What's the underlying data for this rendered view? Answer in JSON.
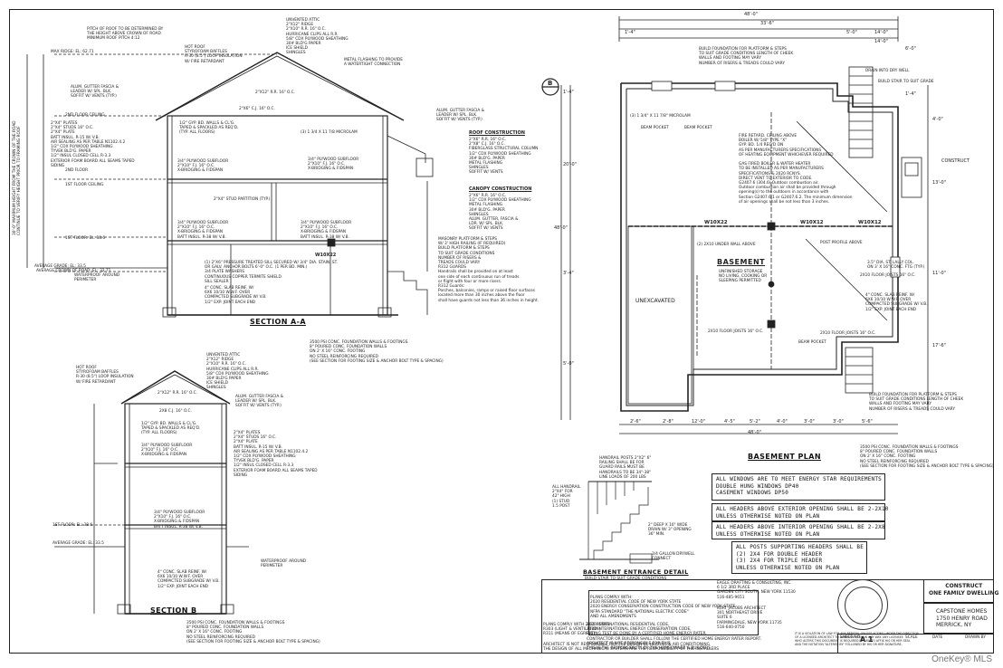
{
  "section_a": {
    "title": "SECTION A-A",
    "max_ridge": "MAX RIDGE: EL: 62.71",
    "pitch_note": "PITCH OF ROOF TO BE DETERMINED BY\nTHE HEIGHT ABOVE CROWN OF ROAD\nMINIMUM ROOF PITCH 4:12",
    "attic_note": "UNVENTED ATTIC\n2\"X12\" RIDGE\n2\"X10\" R.R. 16\" O.C.\nHURRICANE CLIPS ALL R.R.\n5/8\" CDX PLYWOOD SHEATHING\n30# BLD'G PAPER\nICE SHIELD\nSHINGLES",
    "hot_roof": "HOT ROOF\nSTYROFOAM BAFFLES\nR-30 (8.5\") LOOP INSULATION\nW/ FIRE RETARDANT",
    "flashing": "METAL FLASHING TO PROVIDE\nA WATERTIGHT CONNECTION",
    "height_note": "30'-0\" MAXIMUM HEIGHT FROM THE CROWN OF THE ROAD\nCONTINUE TO VERIFY HEIGHT PRIOR TO FRAMING ROOF",
    "gutter_left": "ALUM. GUTTER FASCIA &\nLEADER W/ SPL. BLK.\nSOFFIT W/ VENTS (TYP.)",
    "ceiling_label": "2ND FLOOR CEILING",
    "wall_note": "2\"X4\" PLATES\n2\"X4\" STUDS 16\" O.C.\n2\"X4\" PLATE\nBATT INSUL. R-15 W/ V.B.\nAIR SEALING AS PER TABLE N1102.4.2\n1/2\" CDX PLYWOOD SHEATHING\nTYVEK BLD'G. PAPER\n1/2\" INSUL CLOSED CELL R-3.3\nEXTERIOR FOAM BOARD ALL SEAMS TAPED\nSIDING",
    "floor2": "2ND FLOOR",
    "floor1_ceiling": "1ST FLOOR CEILING",
    "floor1": "1ST FLOOR: EL: 38.6",
    "avg_grade": "AVERAGE GRADE: EL: 33.5",
    "avg_crown": "AVERAGE CROWN OF ROAD: EL: 32.71",
    "waterproof": "WATERPROOF AROUND\nPERIMETER",
    "rafters": "2\"X12\" R.R. 16\" O.C.",
    "collar": "2\"X6\" C.J. 16\" O.C.",
    "gyp_note": "1/2\" GYP. BD. WALLS & CL'G.\nTAPED & SPACKLED AS REQ'D.\n(TYP. ALL FLOORS)",
    "subfloor2": "3/4\" PLYWOOD SUBFLOOR\n2\"X10\" F.J. 16\" O.C.\nX-BRIDGING & FIDSPAN",
    "partition": "2\"X4\" STUD PARTITION (TYP.)",
    "subfloor1": "3/4\" PLYWOOD SUBFLOOR\n2\"X10\" F.J. 16\" O.C.\nX-BRIDGING & FIDSPAN\nBATT INSUL. R-38 W/ V.B.",
    "microlam": "(3) 1 3/4 X 11 7/8 MICROLAM",
    "gutter_right": "ALUM. GUTTER FASCIA &\nLEADER W/ SPL. BLK.\nSOFFIT W/ VENTS (TYP.)",
    "sill_note": "(1) 2\"X6\" PRESSURE TREATED SILL SECURED W/ 3/4\" DIA. STAIN. ST.\nOR GALV. ANCHOR BOLTS 6'-0\" O.C. (1 PER BD. MIN.)\n3/4 PLATE WASHERS\nCONTINUOUS COPPER TERMITE SHIELD\nSILL SEALER",
    "slab_note": "4\" CONC. SLAB REINF. W/\n6X6 10/10 W.W.F. OVER\nCOMPACTED SUBGRADE W/ V.B.\n1/2\" EXP. JOINT EACH END",
    "roof_const_title": "ROOF CONSTRUCTION",
    "roof_const": "2\"X6\" R.R. 16\" O.C.\n2\"X8\" C.J. 16\" O.C.\nFIBERGLASS STRUCTURAL COLUMN\n1/2\" CDX PLYWOOD SHEATHING\n30# BLD'G. PAPER\nMETAL FLASHING\nSHINGLES\nSOFFIT W/ VENTS",
    "canopy_title": "CANOPY CONSTRUCTION",
    "canopy": "2\"X6\" R.R. 16\" O.C.\n1/2\" CDX PLYWOOD SHEATHING\nMETAL FLASHING\n30# BLD'G. PAPER\nSHINGLES\nALUM. GUTTER, FASCIA &\nLDR. W/ SPL. BLK.\nSOFFIT W/ VENTS",
    "masonry": "MASONRY PLATFORM & STEPS\nW/ 3' HIGH RAILING (IF REQUIRED)\nBUILD PLATFORM & STEPS\nTO SUIT GRADE CONDITIONS\nNUMBER OF RISERS &\nTREADS COULD VARY\nR312 GUARDS\nHandrails shall be provided on at least\none side of each continuous run of treads\nor flight with four or more risers.\nR312 Guards:\nPorches, balconies, ramps or raised floor surfaces\nlocated more than 30 inches above the floor\nshall have guards not less than 36 inches in height.",
    "foundation": "3500 PSI CONC. FOUNDATION WALLS & FOOTINGS\n8\" POURED CONC. FOUNDATION WALLS\nON 2' X 16\" CONC. FOOTING\nNO STEEL REINFORCING REQUIRED\n(SEE SECTION FOR FOOTING SIZE & ANCHOR BOLT TYPE & SPACING)",
    "w10x22": "W10X22"
  },
  "section_b": {
    "title": "SECTION B",
    "hot_roof": "HOT ROOF\nSTYROFOAM BAFFLES\nR-30 (8.5\") LOOP INSULATION\nW/ FIRE RETARDANT",
    "attic": "UNVENTED ATTIC\n2\"X12\" RIDGE\n2\"X10\" R.R. 16\" O.C.\nHURRICANE CLIPS ALL R.R.\n5/8\" CDX PLYWOOD SHEATHING\n30# BLD'G PAPER\nICE SHIELD\nSHINGLES",
    "rafters": "2\"X12\" R.R. 16\" O.C.",
    "cj": "2X8 C.J. 16\" O.C.",
    "gutter": "ALUM. GUTTER FASCIA &\nLEADER W/ SPL. BLK.\nSOFFIT W/ VENTS (TYP.)",
    "gyp": "1/2\" GYP. BD. WALLS & CL'G.\nTAPED & SPACKLED AS REQ'D.\n(TYP. ALL FLOORS)",
    "plates": "2\"X4\" PLATES\n2\"X4\" STUDS 16\" O.C.\n2\"X4\" PLATE\nBATT INSUL. R-15 W/ V.B.\nAIR SEALING AS PER TABLE N1102.4.2\n1/2\" CDX PLYWOOD SHEATHING\nTYVEK BLD'G. PAPER\n1/2\" INSUL CLOSED CELL R-3.3\nEXTERIOR FOAM BOARD ALL SEAMS TAPED\nSIDING",
    "subfloor2": "3/4\" PLYWOOD SUBFLOOR\n2\"X10\" F.J. 16\" O.C.\nX-BRIDGING & FIDSPAN",
    "subfloor1": "3/4\" PLYWOOD SUBFLOOR\n2\"X10\" F.J. 16\" O.C.\nX-BRIDGING & FIDSPAN\nBATT INSUL. R-38 W/ V.B.",
    "floor1": "1ST FLOOR: EL: 38.6",
    "avg_grade": "AVERAGE GRADE: EL: 33.5",
    "waterproof": "WATERPROOF AROUND\nPERIMETER",
    "slab": "4\" CONC. SLAB REINF. W/\n6X6 10/10 W.W.F. OVER\nCOMPACTED SUBGRADE W/ V.B.\n1/2\" EXP. JOINT EACH END",
    "foundation": "3500 PSI CONC. FOUNDATION WALLS & FOOTINGS\n8\" POURED CONC. FOUNDATION WALLS\nON 2' X 16\" CONC. FOOTING\nNO STEEL REINFORCING REQUIRED\n(SEE SECTION FOR FOOTING SIZE & ANCHOR BOLT TYPE & SPACING)"
  },
  "entrance": {
    "title": "BASEMENT ENTRANCE DETAIL",
    "subtitle": "BUILD STAIR TO SUIT GRADE CONDITIONS",
    "handrail": "HANDRAIL POSTS 2\"X2\" 6\"\nRAILING SHALL BE FOR\nGUARD RAILS MUST BE\nHANDRAILS TO BE 34\"-38\"\nLINE LOADS OF 200 LBS",
    "left": "ALL HANDRAIL\n2\"X4\" FOR\n42\" HIGH\n(1) STUD\n1.5 POST",
    "mid": "2\" DEEP X 16\" WIDE\nDRAIN W/ 3\" OPENING\n36\" MIN.",
    "bottom": "3/4 GALLON DRYWELL\nCONNECT"
  },
  "plan": {
    "title": "BASEMENT PLAN",
    "marker": "B",
    "overall": "48'-0\"",
    "dim_top2": "33'-6\"",
    "dim_top3": "14'-0\"",
    "dims_top": [
      "1'-4\"",
      "5'-0\"",
      "14'-0\"",
      "6'-0\"",
      "1'-4\""
    ],
    "build_found_top": "BUILD FOUNDATION FOR PLATFORM & STEPS\nTO SUIT GRADE CONDITIONS LENGTH OF CHEEK\nWALLS AND FOOTING MAY VARY\nNUMBER OF RISERS & TREADS COULD VARY",
    "drain": "DRAIN INTO DRY WELL",
    "stair": "BUILD STAIR TO SUIT GRADE",
    "microlam": "(3) 1 3/4\" X 11 7/8\" MICROLAM",
    "beam_pocket": "BEAM POCKET",
    "fire_note": "FIRE RETARD. CEILING ABOVE\nBOILER W/ 5/8\" TYPE \"X\"\nGYP. BD. 1/4 REQ'D ON\nAS PER MANUFACTURERS SPECIFICATIONS\nOF HEATING EQUIPMENT WHICHEVER REQUIRED\n\nGAS FIRED BOILER & WATER HEATER\nTO BE INSTALLED AS PER MANUFACTURERS\nSPECIFICATIONS & 2020 RCNYS.\nDIRECT VENT TO EXTERIOR TO CODE.\nG2407.6 (304.6) Outdoor combustion air.\nOutdoor combustion air shall be provided through\nopening(s) to the outdoors in accordance with\nSection G2407.6.1 or G2407.6.2. The minimum dimension\nof air openings shall be not less than 3 inches.",
    "w10x22": "W10X22",
    "w10x12": "W10X12",
    "post": "POST PROFILE ABOVE",
    "lally": "3.5\" DIA. ST. LALLY COL.\nON 3' X 16\" CONC. FTG (TYP.)",
    "underwall": "(2) 2X10 UNDER WALL ABOVE",
    "basement": "BASEMENT",
    "basement_sub": "UNFINISHED STORAGE\nNO LIVING, COOKING OR\nSLEEPING PERMITTED",
    "unexcavated": "UNEXCAVATED",
    "floor_joists": "2X10 FLOOR JOISTS 16\" O.C.",
    "slab": "4\" CONC. SLAB REINF. W/\n6X6 10/10 W.W.F. OVER\nCOMPACTED SUBGRADE W/ V.B.\n1/2\" EXP. JOINT EACH END",
    "beam_pocket2": "BEAM POCKET",
    "build_found_bottom": "BUILD FOUNDATION FOR PLATFORM & STEPS\nTO SUIT GRADE CONDITIONS LENGTH OF CHEEK\nWALLS AND FOOTING MAY VARY\nNUMBER OF RISERS & TREADS COULD VARY",
    "foundation": "3500 PSI CONC. FOUNDATION WALLS & FOOTINGS\n8\" POURED CONC. FOUNDATION WALLS\nON 2' X 16\" CONC. FOOTING\nNO STEEL REINFORCING REQUIRED\n(SEE SECTION FOR FOOTING SIZE & ANCHOR BOLT TYPE & SPACING)",
    "overall_side": "48'-0\"",
    "dims_bottom": [
      "2'-6\"",
      "2'-8\"",
      "12'-0\"",
      "4'-5\"",
      "5'-2\"",
      "4'-0\"",
      "3'-0\"",
      "3'-0\"",
      "5'-6\""
    ],
    "bottom_overall": "48'-0\"",
    "dims_left": [
      "1'-4\"",
      "20'-0\"",
      "3'-4\"",
      "5'-0\""
    ],
    "dims_right": [
      "4'-0\"",
      "13'-0\"",
      "11'-0\"",
      "17'-6\""
    ],
    "construct": "CONSTRUCT"
  },
  "notes": {
    "box1": [
      "ALL WINDOWS ARE TO MEET ENERGY STAR REQUIREMENTS",
      "DOUBLE HUNG WINDOWS DP40",
      "CASEMENT WINDOWS DP50"
    ],
    "box2": [
      "ALL HEADERS ABOVE EXTERIOR OPENING SHALL BE 2-2X10",
      "UNLESS OTHERWISE NOTED ON PLAN"
    ],
    "box3": [
      "ALL HEADERS ABOVE INTERIOR OPENING SHALL BE 2-2X8",
      "UNLESS OTHERWISE NOTED ON PLAN"
    ],
    "box4": [
      "ALL POSTS SUPPORTING HEADERS SHALL BE",
      "(2) 2X4 FOR DOUBLE HEADER",
      "(3) 2X4 FOR TRIPLE HEADER",
      "UNLESS OTHERWISE NOTED ON PLAN"
    ]
  },
  "titleblock": {
    "plans_comply": "PLANS COMPLY WITH:\n2020 RESIDENTIAL CODE OF NEW YORK STATE\n2020 ENERGY CONSERVATION CONSTRUCTION CODE OF NEW YORK STATE\nNFPA STANDARD \"THE NATIONAL ELECTRIC CODE\"\nAND ALL AMENDMENTS",
    "plans_comply2": "PLANS COMPLY WITH 2020 RCNYS\nR303 (LIGHT & VENTILATION)\nR311 (MEANS OF EGRESS)",
    "iecc": "2020 INTERNATIONAL RESIDENTIAL CODE,\n2020 INTERNATIONAL ENERGY CONSERVATION CODE,\nRATING TEST BE DONE BY A CERTIFIED HOME ENERGY RATER.\nCONTRACTOR OR BUILDER SHALL FOLLOW THE CERTIFIED HOME ENERGY RATER REPORT.\nARCHITECT IS NOT RESPONSIBLE FOR THIS.\nTHIS IS THE RESPONSIBILITY OF THE HOMEOWNER & BUILDERS",
    "architect_note": "ARCHITECT IS NOT RESPONSIBLE FOR THE DESIGN OF HEATING & AIR CONDITIONING\nTHE DESIGN OF ALL MECHANICAL SYSTEMS ARE THE RESPONSIBILITY OF THE INSTALLERS",
    "drafting": "EAGLE DRAFTING & CONSULTING, INC.\n6 1/2 3RD PLACE\nGARDEN CITY SOUTH, NEW YORK 11530\n516-485-9651",
    "architect": "KURT JACOBS ARCHITECT\n301 NORTHEAST DRIVE\nSUITE 6\nFARMINGDALE, NEW YORK 11735\n516-640-0750",
    "legal": "IT IS A VIOLATION OF LAW FOR ANY PERSON, UNLESS ACTING UNDER THE DIRECTION\nOF A LICENSED ARCHITECT TO ALTER ANY ITEM IN ANY WAY. ANY LICENSEE\nWHO ALTERS THIS DOCUMENT IS REQUIRED BY LAW TO AFFIX HIS OR HER SEAL\nAND THE NOTATION \"ALTERED BY\" FOLLOWED BY HIS OR HER SIGNATURE.",
    "project_type": "CONSTRUCT\nONE FAMILY DWELLING",
    "client": "CAPSTONE HOMES\n1750 HENRY ROAD\nMERRICK, NY",
    "sheet": "A 1",
    "sheet_label": "SHEET NO.",
    "date_label": "DATE",
    "scale_label": "SCALE",
    "drawn_label": "DRAWN BY"
  },
  "watermark": "OneKey® MLS"
}
